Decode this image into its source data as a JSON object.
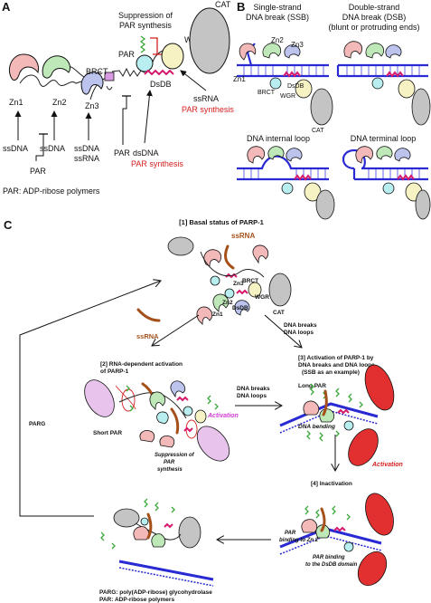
{
  "panels": {
    "a": "A",
    "b": "B",
    "c": "C"
  },
  "panel_a": {
    "domains": {
      "zn1": "Zn1",
      "zn2": "Zn2",
      "zn3": "Zn3",
      "brct": "BRCT",
      "wgr": "WGR",
      "cat": "CAT",
      "dsdb": "DsDB",
      "par": "PAR"
    },
    "suppression_line1": "Suppression of",
    "suppression_line2": "PAR synthesis",
    "binders": {
      "zn1": "ssDNA",
      "zn2_ssdna": "ssDNA",
      "zn2_par": "PAR",
      "zn3_line1": "ssDNA",
      "zn3_line2": "ssRNA",
      "dsdb_par": "PAR",
      "dsdb_dsdna": "dsDNA",
      "dsdb_synthesis": "PAR synthesis",
      "wgr_ssrna": "ssRNA",
      "wgr_synthesis": "PAR synthesis"
    },
    "footnote": "PAR: ADP-ribose polymers"
  },
  "panel_b": {
    "ssb_line1": "Single-strand",
    "ssb_line2": "DNA break (SSB)",
    "dsb_line1": "Double-strand",
    "dsb_line2": "DNA break (DSB)",
    "dsb_line3": "(blunt or protruding ends)",
    "internal_loop": "DNA internal loop",
    "terminal_loop": "DNA terminal loop",
    "labels": {
      "zn1": "Zn1",
      "zn2": "Zn2",
      "zn3": "Zn3",
      "brct": "BRCT",
      "dsdb": "DsDB",
      "wgr": "WGR",
      "cat": "CAT"
    }
  },
  "panel_c": {
    "step1": "[1] Basal status of PARP-1",
    "ssrna_top": "ssRNA",
    "ssrna_left": "ssRNA",
    "step1_labels": {
      "zn3": "Zn3",
      "brct": "BRCT",
      "wgr": "WGR",
      "zn2": "Zn2",
      "dsdb": "DsDB",
      "zn1": "Zn1",
      "cat": "CAT"
    },
    "dna_breaks_1": "DNA breaks",
    "dna_loops_1": "DNA loops",
    "step2_line1": "[2] RNA-dependent activation",
    "step2_line2": "of PARP-1",
    "short_par": "Short PAR",
    "activation_mag": "Activation",
    "suppression_c1": "Suppression of",
    "suppression_c2": "PAR",
    "suppression_c3": "synthesis",
    "dna_breaks_2": "DNA breaks",
    "dna_loops_2": "DNA loops",
    "step3_line1": "[3] Activation of PARP-1 by",
    "step3_line2": "DNA breaks and DNA loops",
    "step3_line3": "(SSB as an example)",
    "long_par": "Long PAR",
    "dna_bending": "DNA bending",
    "activation_red": "Activation",
    "parg": "PARG",
    "step4": "[4] Inactivation",
    "par_zn2_line1": "PAR",
    "par_zn2_line2": "binding to Zn 2",
    "par_dsdb_line1": "PAR binding",
    "par_dsdb_line2": "to the DsDB domain",
    "footnote1": "PARG: poly(ADP-ribose) glycohydrolase",
    "footnote2": "PAR: ADP-ribose polymers"
  },
  "colors": {
    "zn1": "#f3b8b8",
    "zn2": "#bfe8b8",
    "zn3": "#bcc4ee",
    "brct": "#b8eef0",
    "wgr": "#f6f2c4",
    "cat": "#c4c4c4",
    "dna": "#2a2ad4",
    "dsdb": "#d6196b",
    "par": "#3aa83a",
    "rna": "#a5501a",
    "activation_red": "#e23030",
    "activation_mag": "#e8c4ec"
  }
}
